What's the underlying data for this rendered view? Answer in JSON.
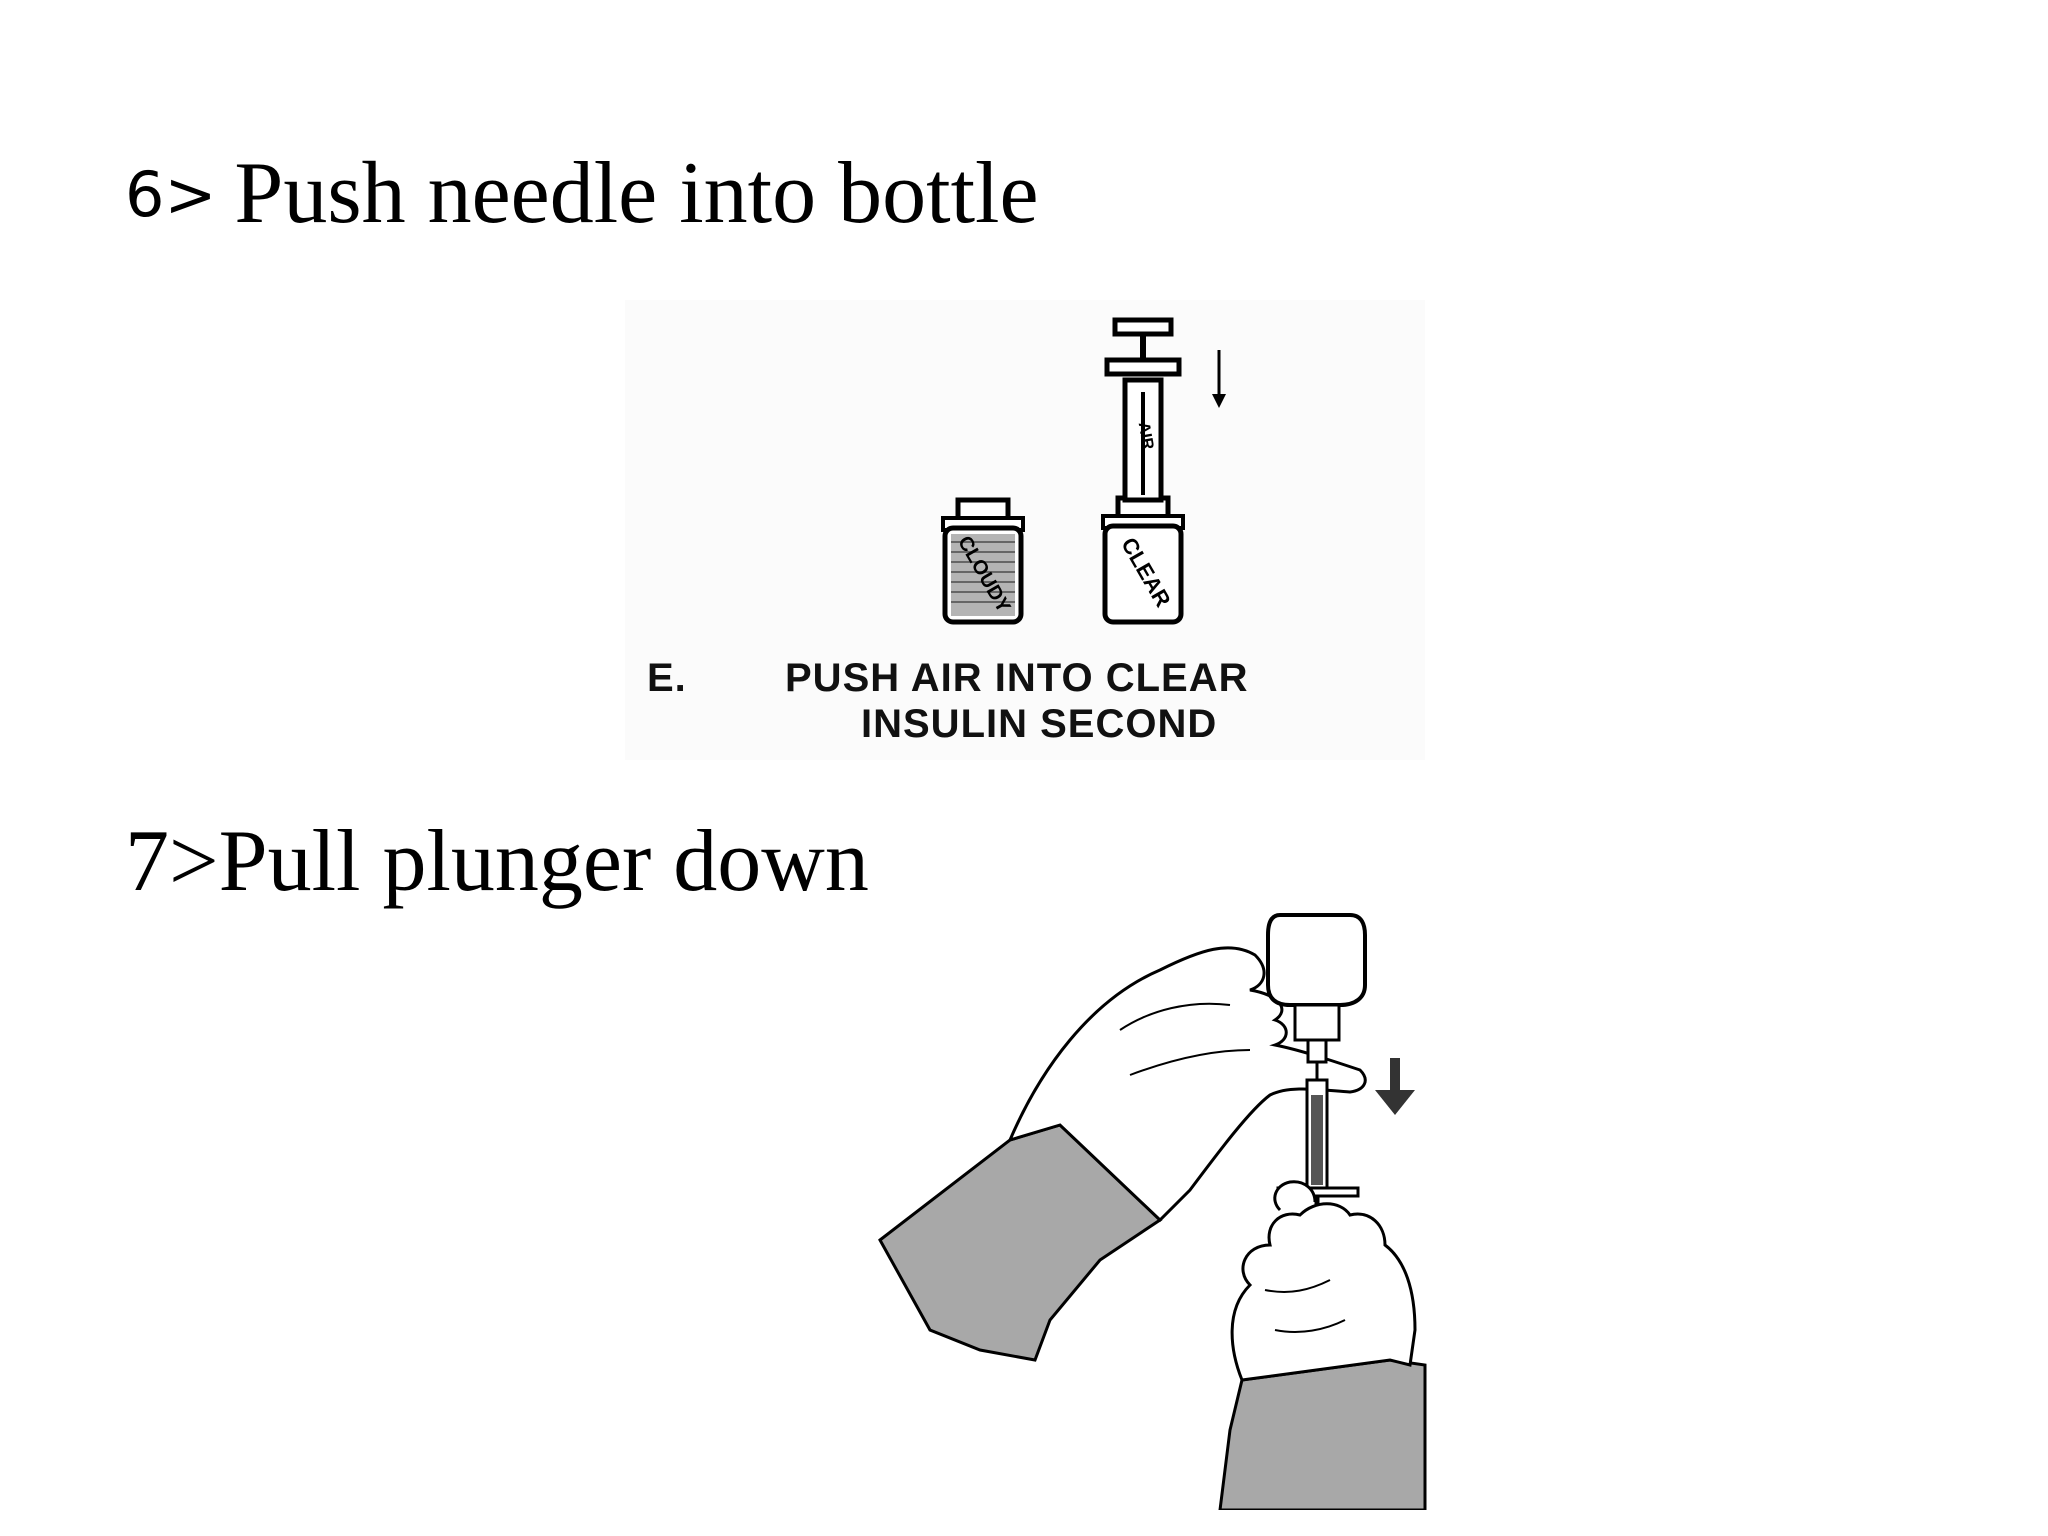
{
  "steps": [
    {
      "number": "6>",
      "text": "Push needle into bottle"
    },
    {
      "number": "7>",
      "text": "Pull plunger down"
    }
  ],
  "figure_e": {
    "letter": "E.",
    "caption_line1": "PUSH AIR INTO CLEAR",
    "caption_line2": "INSULIN SECOND",
    "bottle_left_label": "CLOUDY",
    "bottle_right_label": "CLEAR",
    "syringe_label": "AIR"
  },
  "colors": {
    "sleeve": "#a8a8a8",
    "ink": "#000000"
  }
}
